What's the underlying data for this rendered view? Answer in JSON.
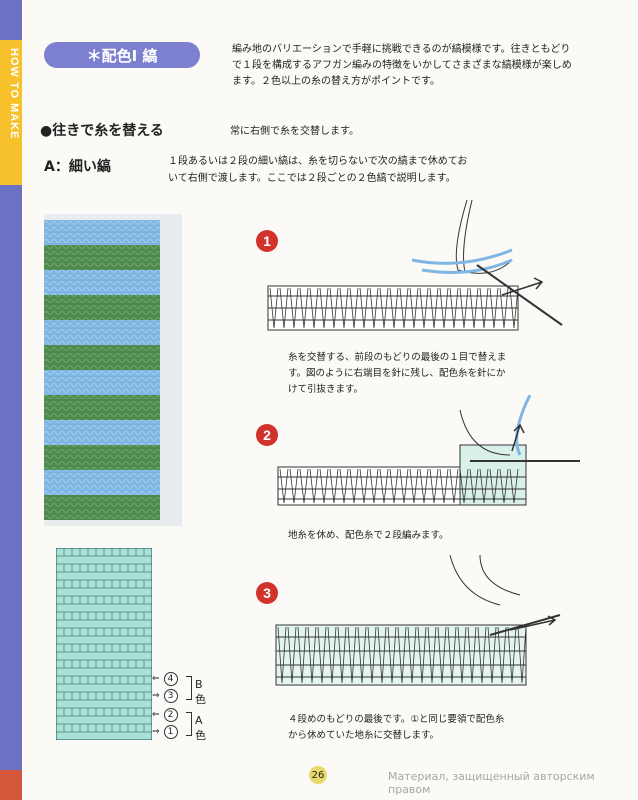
{
  "sidebar": {
    "label": "HOW TO MAKE"
  },
  "section": {
    "title": "＊配色Ⅰ 縞"
  },
  "intro": "編み地のバリエーションで手軽に挑戦できるのが縞模様です。往きともどりで１段を構成するアフガン編みの特徴をいかしてさまざまな縞模様が楽しめます。２色以上の糸の替え方がポイントです。",
  "method": {
    "heading": "●往きで糸を替える",
    "note": "常に右側で糸を交替します。"
  },
  "pattern_a": {
    "title": "A：細い縞",
    "desc": "１段あるいは２段の細い縞は、糸を切らないで次の縞まで休めておいて右側で渡します。ここでは２段ごとの２色縞で説明します。"
  },
  "steps": [
    {
      "num": "1",
      "text": "糸を交替する、前段のもどりの最後の１目で替えます。図のように右端目を針に残し、配色糸を針にかけて引抜きます。"
    },
    {
      "num": "2",
      "text": "地糸を休め、配色糸で２段編みます。"
    },
    {
      "num": "3",
      "text": "４段めのもどりの最後です。①と同じ要領で配色糸から休めていた地糸に交替します。"
    }
  ],
  "chart": {
    "rows": [
      "4",
      "3",
      "2",
      "1"
    ],
    "color_b": "B色",
    "color_a": "A色"
  },
  "colors": {
    "green": "#4f8a4e",
    "blue": "#7fb6e3",
    "chart_fill": "#a7e1d6",
    "accent": "#d1332b"
  },
  "page_number": "26",
  "watermark": "Материал, защищенный авторским правом"
}
